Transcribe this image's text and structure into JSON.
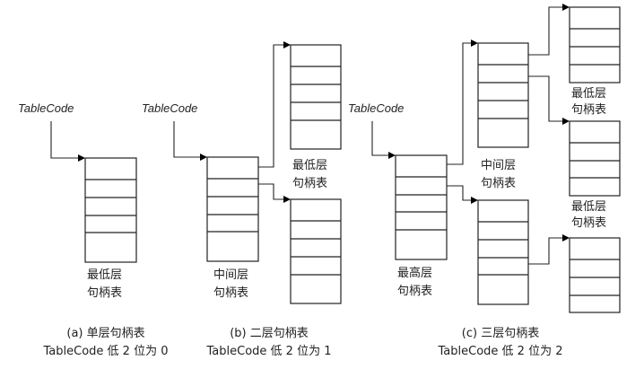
{
  "pointer_label": "TableCode",
  "table_labels": {
    "lowest": [
      "最低层",
      "句柄表"
    ],
    "middle": [
      "中间层",
      "句柄表"
    ],
    "highest": [
      "最高层",
      "句柄表"
    ]
  },
  "panels": [
    {
      "id": "a",
      "caption": "(a) 单层句柄表",
      "subcaption": "TableCode 低 2 位为 0"
    },
    {
      "id": "b",
      "caption": "(b) 二层句柄表",
      "subcaption": "TableCode 低 2 位为 1"
    },
    {
      "id": "c",
      "caption": "(c) 三层句柄表",
      "subcaption": "TableCode 低 2 位为 2"
    }
  ],
  "colors": {
    "line": "#222222",
    "background": "#ffffff"
  }
}
